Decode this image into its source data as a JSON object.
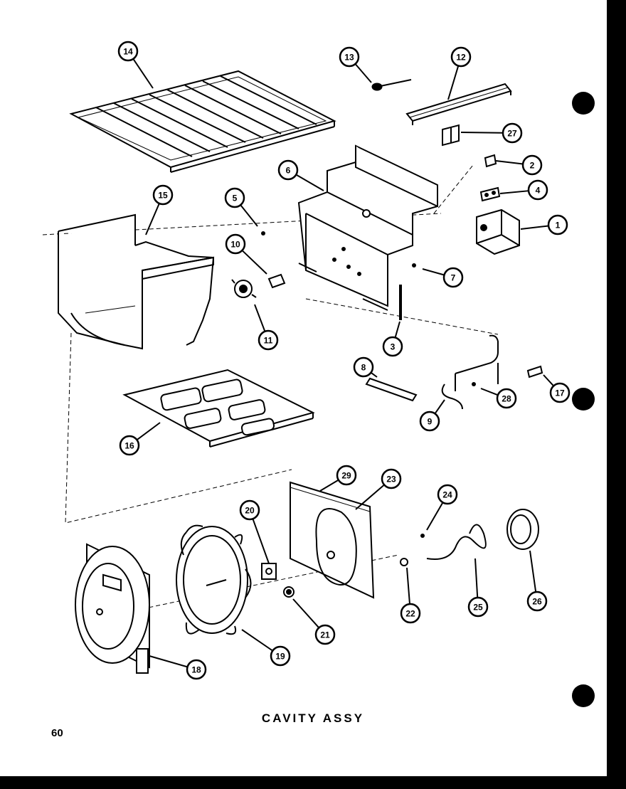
{
  "caption": "CAVITY ASSY",
  "page_number": "60",
  "callouts": [
    "14",
    "13",
    "12",
    "27",
    "2",
    "4",
    "1",
    "6",
    "5",
    "15",
    "10",
    "7",
    "11",
    "3",
    "8",
    "28",
    "17",
    "9",
    "16",
    "29",
    "23",
    "24",
    "20",
    "26",
    "22",
    "25",
    "21",
    "19",
    "18"
  ]
}
